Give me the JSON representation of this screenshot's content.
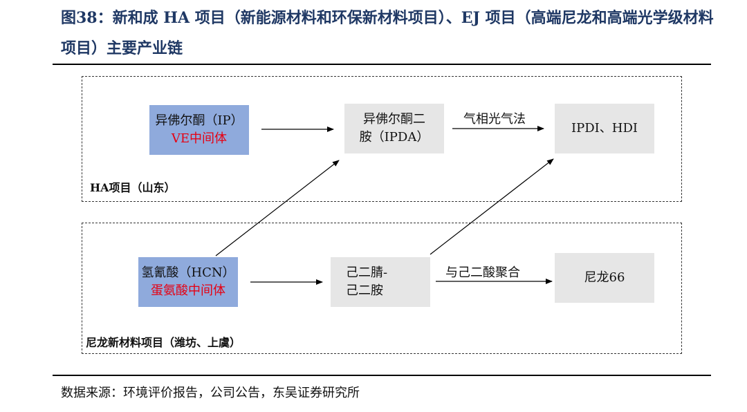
{
  "figure": {
    "title": "图38：新和成 HA 项目（新能源材料和环保新材料项目）、EJ 项目（高端尼龙和高端光学级材料项目）主要产业链",
    "source": "数据来源：环境评价报告，公司公告，东吴证券研究所"
  },
  "groups": {
    "ha": {
      "label": "HA项目（山东）"
    },
    "nylon": {
      "label": "尼龙新材料项目（潍坊、上虞）"
    }
  },
  "nodes": {
    "ip": {
      "line1": "异佛尔酮（IP）",
      "line2": "VE中间体",
      "fill": "#8faadc",
      "highlight_color": "#e60012"
    },
    "ipda": {
      "line1": "异佛尔酮二",
      "line2": "胺（IPDA）",
      "fill": "#e6e6e6"
    },
    "ipdi": {
      "line1": "IPDI、HDI",
      "fill": "#e6e6e6"
    },
    "hcn": {
      "line1": "氢氰酸（HCN）",
      "line2": "蛋氨酸中间体",
      "fill": "#8faadc",
      "highlight_color": "#e60012"
    },
    "adn": {
      "line1": "己二腈-",
      "line2": "己二胺",
      "fill": "#e6e6e6"
    },
    "nylon66": {
      "line1": "尼龙66",
      "fill": "#e6e6e6"
    }
  },
  "edges": {
    "ipda_to_ipdi": {
      "label": "气相光气法"
    },
    "adn_to_nylon": {
      "label": "与己二酸聚合"
    }
  }
}
